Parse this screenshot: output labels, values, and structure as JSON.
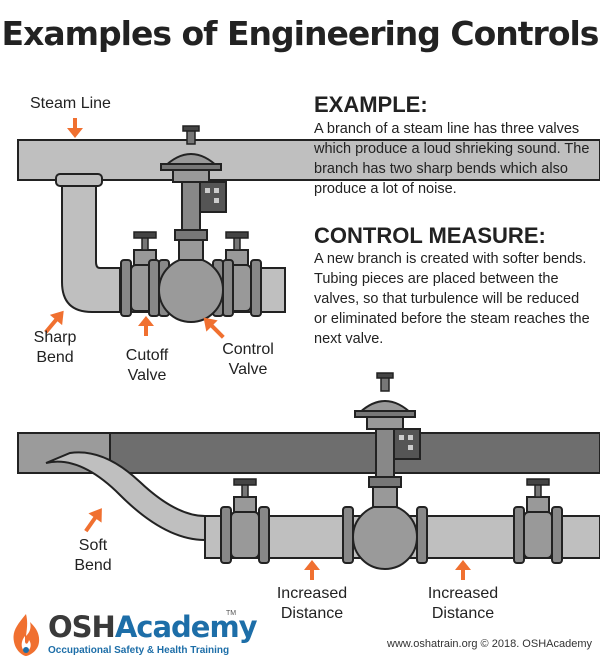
{
  "title": "Examples of Engineering Controls",
  "example": {
    "heading": "EXAMPLE:",
    "text": "A branch of a steam line has three valves which produce a loud shrieking sound. The branch has two sharp bends which also produce a lot of noise."
  },
  "control": {
    "heading": "CONTROL MEASURE:",
    "text": "A new branch is created with softer bends. Tubing pieces are placed between the valves, so that turbulence will be reduced or eliminated before the steam reaches the next valve."
  },
  "labels": {
    "steam_line": "Steam Line",
    "sharp_bend_1": "Sharp",
    "sharp_bend_2": "Bend",
    "cutoff_valve_1": "Cutoff",
    "cutoff_valve_2": "Valve",
    "control_valve_1": "Control",
    "control_valve_2": "Valve",
    "soft_bend_1": "Soft",
    "soft_bend_2": "Bend",
    "increased_distance_a1": "Increased",
    "increased_distance_a2": "Distance",
    "increased_distance_b1": "Increased",
    "increased_distance_b2": "Distance"
  },
  "logo": {
    "name_part1": "OSH",
    "name_part2": "Academy",
    "trademark": "TM",
    "tagline": "Occupational Safety & Health Training"
  },
  "footer": "www.oshatrain.org © 2018. OSHAcademy",
  "colors": {
    "pipe": "#bfbfbf",
    "pipe_dark": "#6b6b6b",
    "arrow": "#f07030",
    "brand_blue": "#1d6ea8"
  }
}
